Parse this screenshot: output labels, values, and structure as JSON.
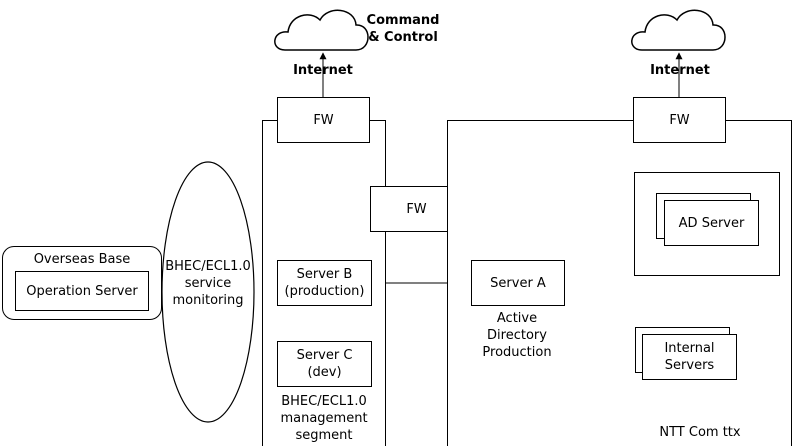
{
  "diagram": {
    "clouds": [
      {
        "id": "cloud-left",
        "label": "Command\n& Control",
        "sublabel": "Internet"
      },
      {
        "id": "cloud-right",
        "label": "",
        "sublabel": "Internet"
      }
    ],
    "overseas_base": {
      "title": "Overseas Base",
      "server": "Operation Server"
    },
    "monitoring_ellipse": {
      "label": "BHEC/ECL1.0\nservice\nmonitoring"
    },
    "segment_left": {
      "fw": "FW",
      "server_b": "Server B\n(production)",
      "server_c": "Server C\n(dev)",
      "caption": "BHEC/ECL1.0\nmanagement\nsegment"
    },
    "middle_fw": "FW",
    "segment_right": {
      "fw": "FW",
      "server_a": "Server A",
      "server_a_caption": "Active\nDirectory\nProduction",
      "ad_server": "AD Server",
      "internal_servers": "Internal\nServers",
      "caption": "NTT Com ttx"
    },
    "colors": {
      "line": "#000000",
      "blocked_marker": "#e02020",
      "background": "#ffffff"
    }
  }
}
